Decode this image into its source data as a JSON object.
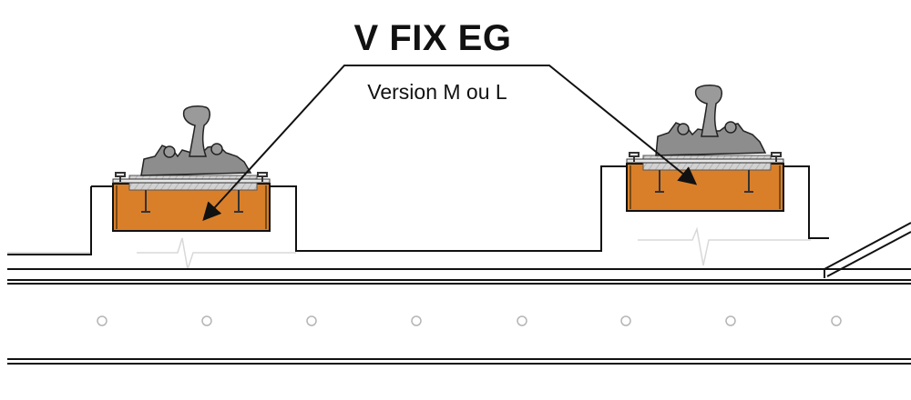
{
  "diagram": {
    "title": "V FIX EG",
    "subtitle": "Version M ou L"
  },
  "colors": {
    "resin": "#d97f2a",
    "resin_dark": "#b5651c",
    "pad": "#c9c9c9",
    "baseplate": "#8d8d8d",
    "rail": "#9a9a9a",
    "line": "#111111",
    "concrete_edge": "#cfcfcf"
  },
  "components": [
    "rail-fastening-left",
    "rail-fastening-right",
    "resin-block-left",
    "resin-block-right",
    "slab",
    "leader-arrows",
    "drainage-holes"
  ]
}
